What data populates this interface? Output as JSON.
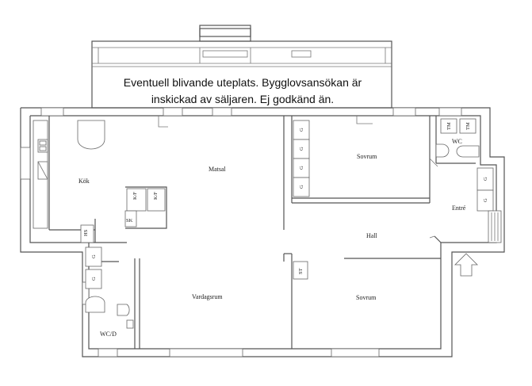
{
  "note": {
    "line1": "Eventuell blivande uteplats. Bygglovsansökan är",
    "line2": "inskickad av säljaren. Ej godkänd än."
  },
  "rooms": {
    "kok": "Kök",
    "matsal": "Matsal",
    "sovrum1": "Sovrum",
    "sovrum2": "Sovrum",
    "wc": "WC",
    "entre": "Entré",
    "hall": "Hall",
    "vardagsrum": "Vardagsrum",
    "wcd": "WC/D"
  },
  "fixture_labels": {
    "kf1": "K/F",
    "kf2": "K/F",
    "sk": "SK",
    "hs": "HS",
    "st": "ST",
    "tm1": "TM",
    "tm2": "TM",
    "g": "G"
  }
}
